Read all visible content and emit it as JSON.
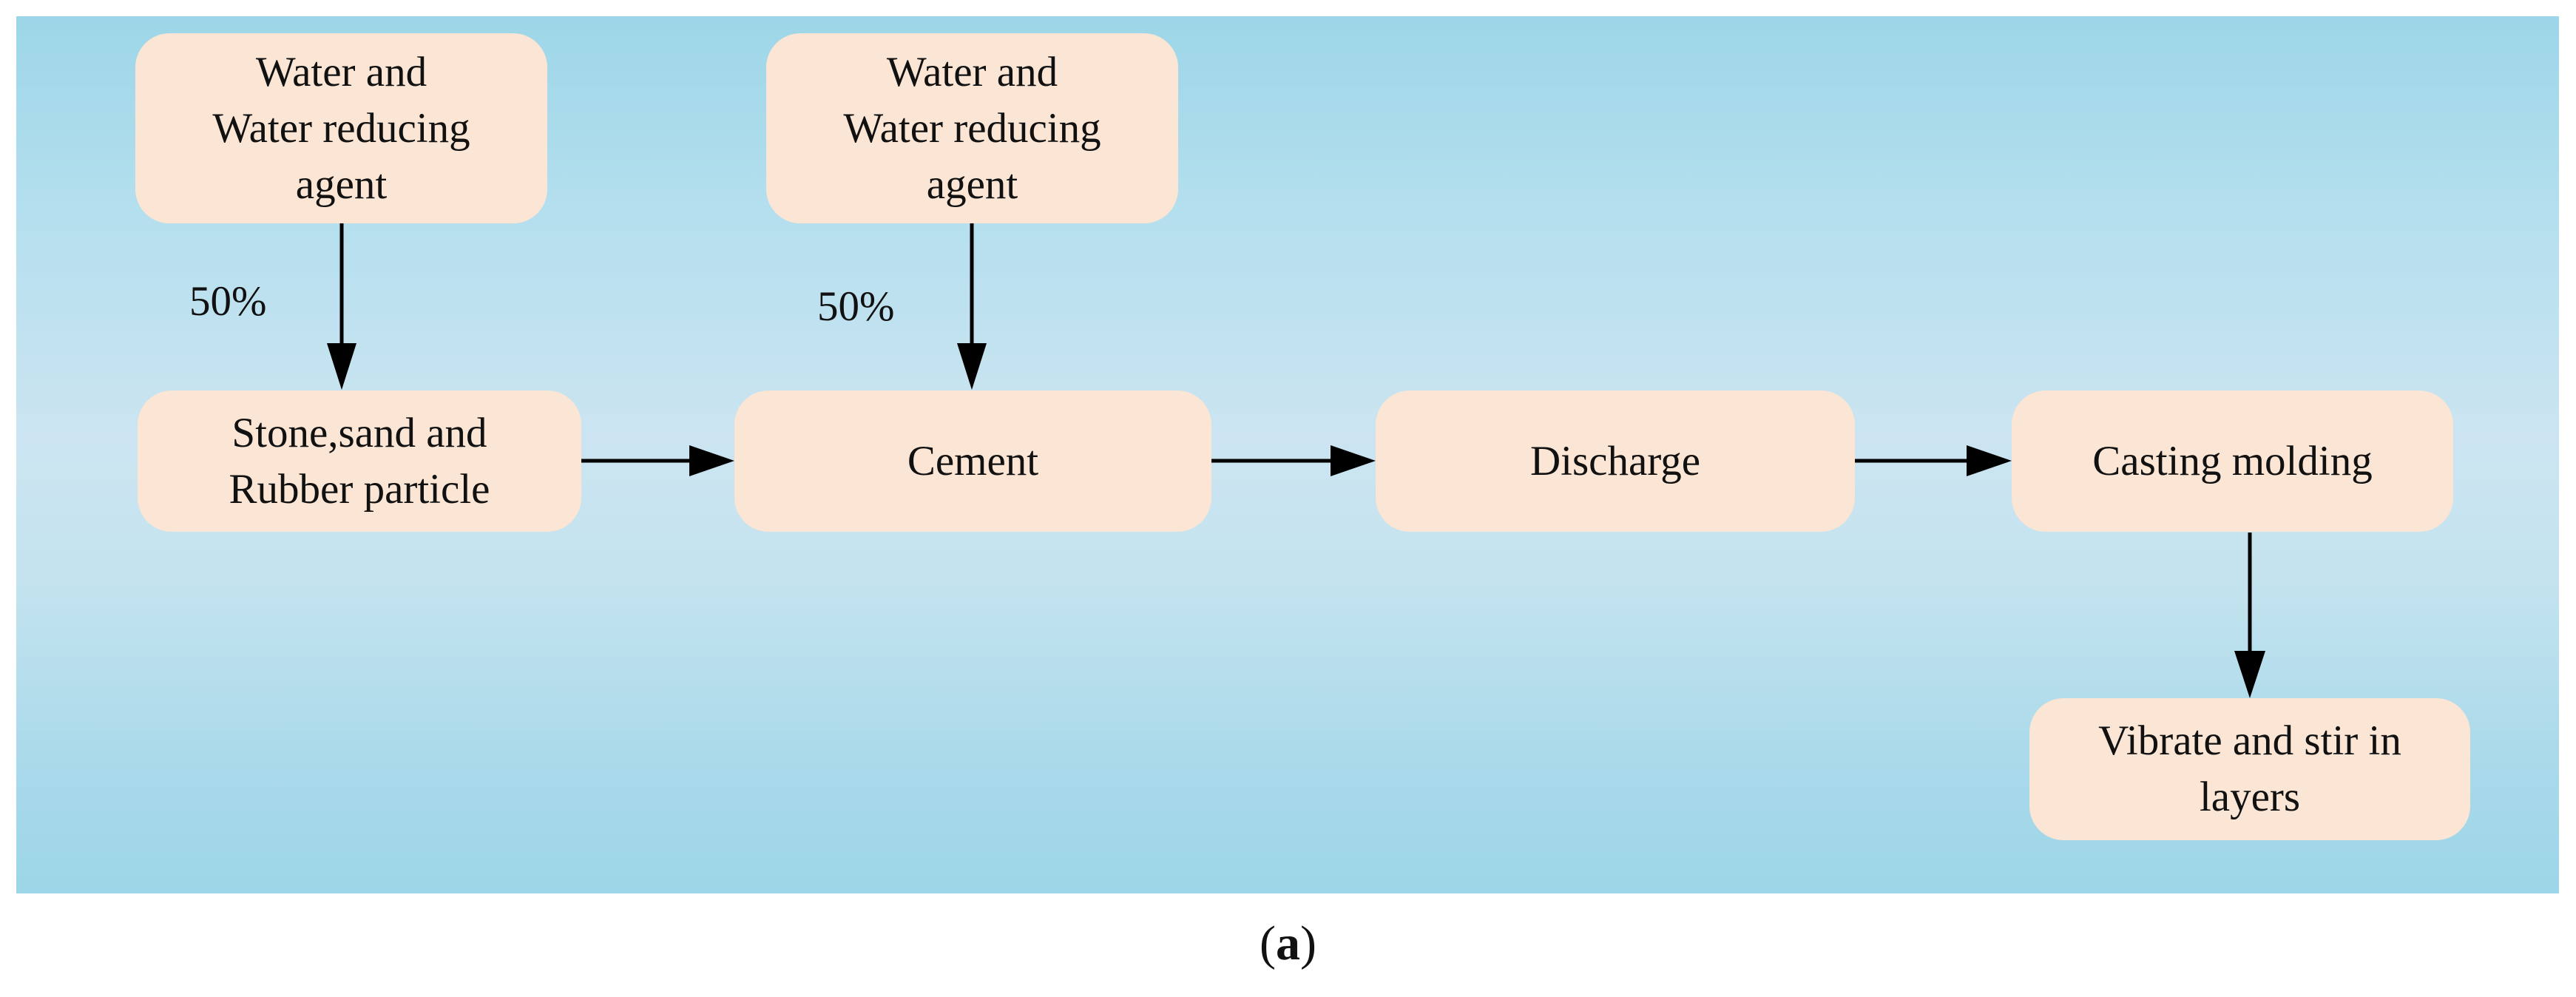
{
  "nodes": {
    "water1": "Water and\nWater reducing\nagent",
    "water2": "Water and\nWater reducing\nagent",
    "stone": "Stone,sand and\nRubber particle",
    "cement": "Cement",
    "discharge": "Discharge",
    "casting": "Casting molding",
    "vibrate": "Vibrate and stir in\nlayers"
  },
  "labels": {
    "pct1": "50%",
    "pct2": "50%"
  },
  "caption": {
    "open": "(",
    "letter": "a",
    "close": ")"
  },
  "colors": {
    "node_fill": "#fbe5d4",
    "background_top": "#9dd6e8",
    "background_middle": "#cce4f1",
    "arrow": "#000000"
  }
}
